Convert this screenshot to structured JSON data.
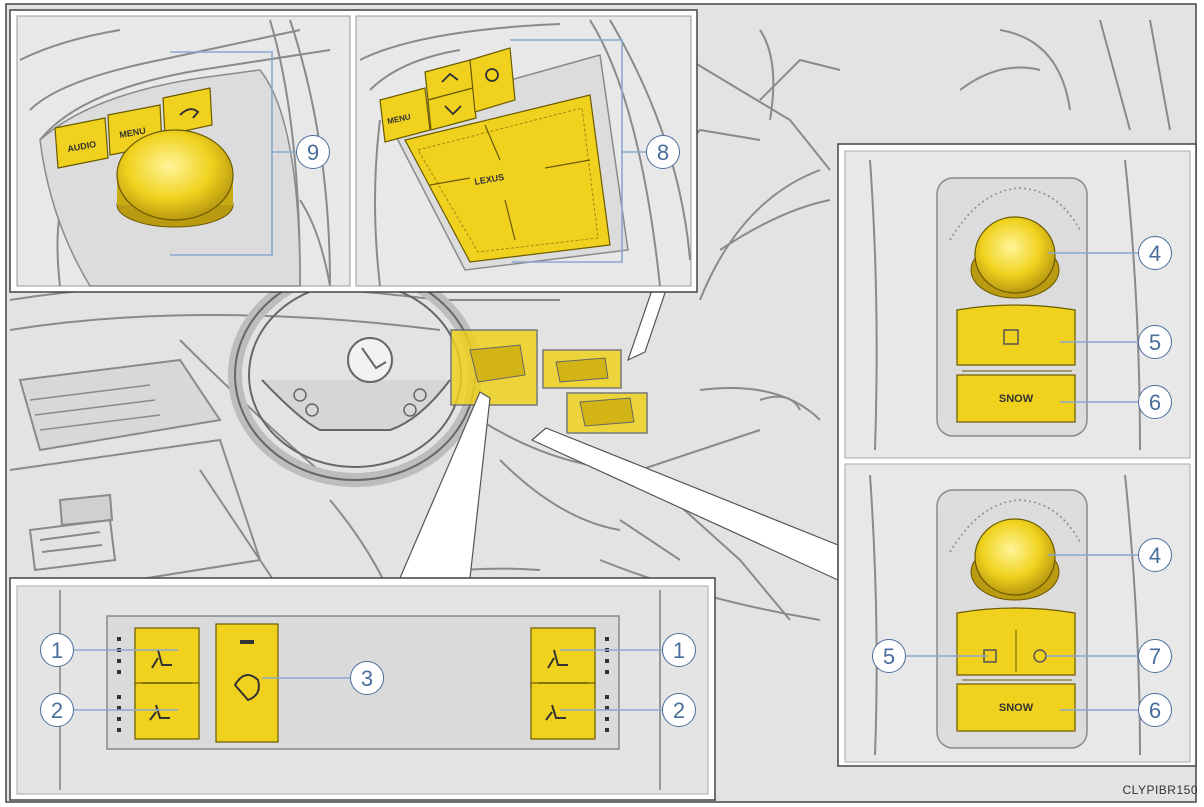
{
  "labels": {
    "snow_upper": "SNOW",
    "snow_lower": "SNOW",
    "audio": "AUDIO",
    "menu_left": "MENU",
    "menu_right": "MENU",
    "brand": "LEXUS",
    "figure_code": "CLYPIBR150"
  },
  "callouts": {
    "c1_left": "1",
    "c2_left": "2",
    "c3": "3",
    "c1_right": "1",
    "c2_right": "2",
    "c4_upper": "4",
    "c5_upper": "5",
    "c6_upper": "6",
    "c4_lower": "4",
    "c5_lower": "5",
    "c6_lower": "6",
    "c7": "7",
    "c8": "8",
    "c9": "9"
  },
  "colors": {
    "highlight": "#f0d21e",
    "callout_blue": "#4a6e9c",
    "line_art": "#8a8a8a",
    "panel_bg": "#e6e6e6"
  }
}
